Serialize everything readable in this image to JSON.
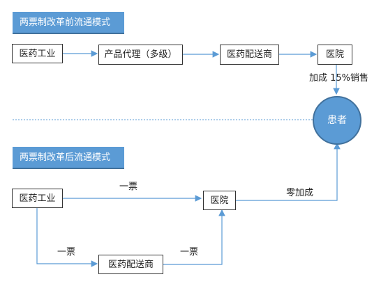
{
  "before": {
    "title": "两票制改革前流通模式",
    "nodes": {
      "pharma_industry": "医药工业",
      "product_agent": "产品代理（多级）",
      "distributor": "医药配送商",
      "hospital": "医院"
    },
    "markup_label": "加成 15%销售"
  },
  "patient": "患者",
  "after": {
    "title": "两票制改革后流通模式",
    "nodes": {
      "pharma_industry": "医药工业",
      "hospital": "医院",
      "distributor": "医药配送商"
    },
    "edge_labels": {
      "industry_to_hospital": "一票",
      "industry_to_distributor": "一票",
      "distributor_to_hospital": "一票",
      "hospital_to_patient": "零加成"
    }
  },
  "colors": {
    "banner": "#5b9bd5",
    "arrow": "#5b9bd5",
    "divider": "#5b9bd5",
    "node_border": "#333333"
  }
}
